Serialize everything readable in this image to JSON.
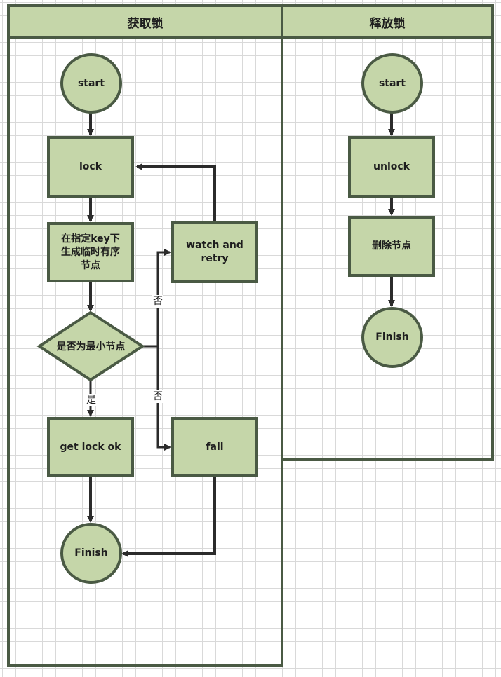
{
  "lanes": {
    "acquire": {
      "title": "获取锁"
    },
    "release": {
      "title": "释放锁"
    }
  },
  "acquire_nodes": {
    "start": "start",
    "lock": "lock",
    "create_node_line1": "在指定key下",
    "create_node_line2": "生成临时有序",
    "create_node_line3": "节点",
    "decision": "是否为最小节点",
    "watch_line1": "watch and",
    "watch_line2": "retry",
    "get_lock_ok": "get lock ok",
    "fail": "fail",
    "finish": "Finish"
  },
  "edge_labels": {
    "no_upper": "否",
    "no_lower": "否",
    "yes": "是"
  },
  "release_nodes": {
    "start": "start",
    "unlock": "unlock",
    "delete_node": "删除节点",
    "finish": "Finish"
  },
  "colors": {
    "node_fill": "#c5d6a9",
    "node_border": "#4a5a44",
    "edge": "#2b2b2b"
  }
}
